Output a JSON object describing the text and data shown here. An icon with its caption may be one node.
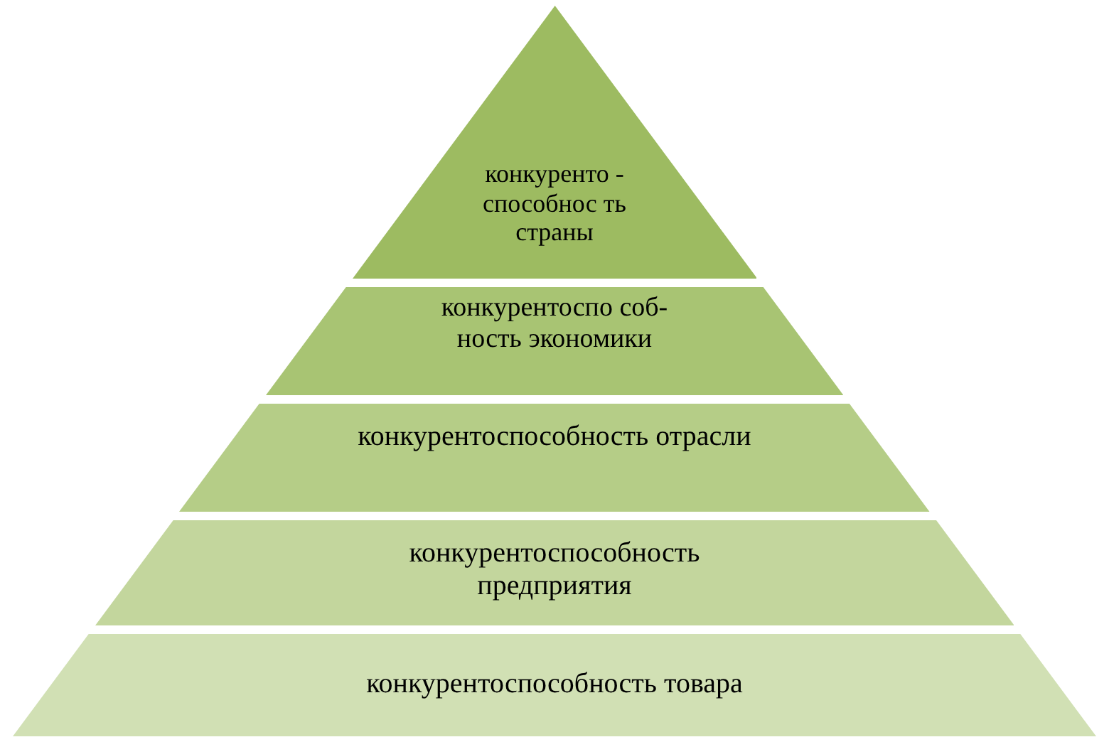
{
  "diagram": {
    "nodes": [
      {
        "text": [
          "конкуренто - способнос ть страны"
        ]
      },
      {
        "text": [
          "конкурентоспо соб-ность экономики"
        ]
      },
      {
        "text": [
          "конкурентоспособность отрасли"
        ]
      },
      {
        "text": [
          "конкурентоспособность предприятия"
        ]
      },
      {
        "text": [
          "конкурентоспособность товара"
        ]
      }
    ]
  }
}
